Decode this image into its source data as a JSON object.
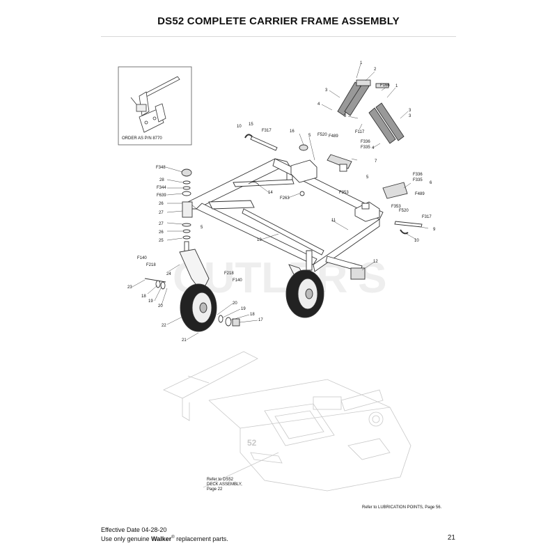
{
  "page": {
    "title": "DS52 COMPLETE CARRIER FRAME ASSEMBLY",
    "page_number": "21"
  },
  "inset": {
    "caption": "ORDER AS P/N 8770"
  },
  "watermark": "CUTLER'S",
  "deck_reference": {
    "line1": "Refer to DS52",
    "line2": "DECK ASSEMBLY,",
    "line3": "Page 22",
    "deck_label": "52"
  },
  "lubrication_note": "Refer to LUBRICATION POINTS, Page 56.",
  "footer": {
    "effective_date": "Effective Date 04-28-20",
    "use_prefix": "Use only genuine ",
    "brand": "Walker",
    "reg": "®",
    "use_suffix": " replacement parts."
  },
  "callouts": [
    "1",
    "2",
    "F166",
    "1",
    "3",
    "3",
    "4",
    "8",
    "F117",
    "4",
    "3",
    "10",
    "15",
    "F317",
    "16",
    "5",
    "F520",
    "F489",
    "F336",
    "F335",
    "7",
    "F348",
    "28",
    "F344",
    "F639",
    "26",
    "27",
    "14",
    "F263",
    "F353",
    "5",
    "F336",
    "F335",
    "6",
    "F489",
    "F353",
    "F520",
    "F317",
    "9",
    "10",
    "27",
    "26",
    "25",
    "5",
    "11",
    "13",
    "12",
    "F140",
    "F218",
    "24",
    "23",
    "18",
    "19",
    "20",
    "F218",
    "F140",
    "22",
    "20",
    "19",
    "18",
    "17",
    "21"
  ]
}
